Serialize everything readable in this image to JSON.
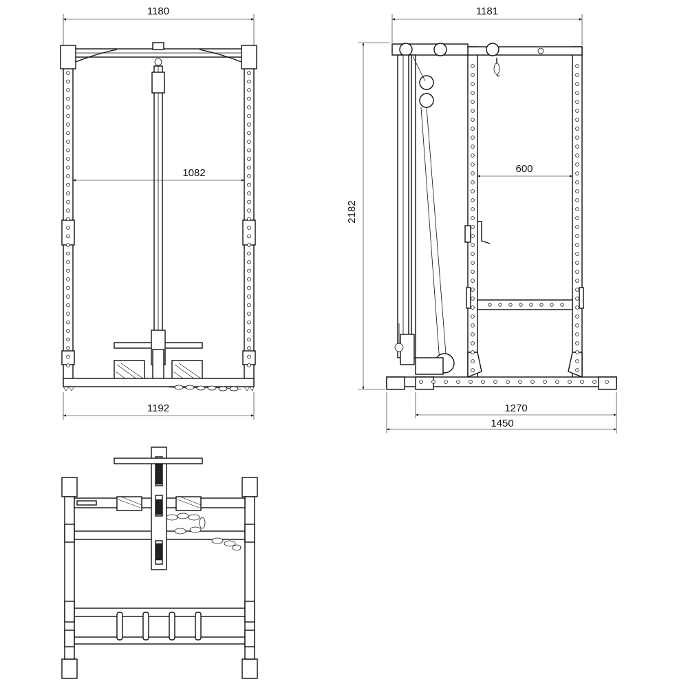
{
  "dimensions": {
    "front_top_width": "1180",
    "front_inner_width": "1082",
    "front_bottom_width": "1192",
    "side_top_depth": "1181",
    "side_height": "2182",
    "side_inner_depth": "600",
    "side_base_depth": "1270",
    "side_total_depth": "1450"
  },
  "colors": {
    "line": "#111111",
    "background": "#ffffff"
  }
}
